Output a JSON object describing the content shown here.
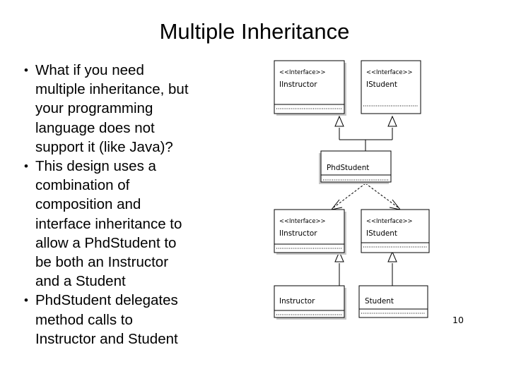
{
  "slide": {
    "title": "Multiple Inheritance",
    "page_number": "10"
  },
  "body": {
    "bullet_marker": "•",
    "bullets": [
      {
        "text": "What if you need\nmultiple inheritance, but\nyour programming\nlanguage does not\nsupport it (like Java)?"
      },
      {
        "text": "This design uses a\ncombination of\ncomposition and\ninterface inheritance to\nallow a PhdStudent to\nbe both an Instructor\nand a Student"
      },
      {
        "text": "PhdStudent delegates\nmethod calls to\nInstructor and Student"
      }
    ]
  },
  "diagram": {
    "type": "uml-class-diagram",
    "stereotype_label": "<<Interface>>",
    "nodes": [
      {
        "id": "top-iinstructor",
        "stereotype": "<<Interface>>",
        "name": "IInstructor",
        "kind": "interface"
      },
      {
        "id": "top-istudent",
        "stereotype": "<<Interface>>",
        "name": "IStudent",
        "kind": "interface"
      },
      {
        "id": "phdstudent",
        "stereotype": "",
        "name": "PhdStudent",
        "kind": "class"
      },
      {
        "id": "mid-iinstructor",
        "stereotype": "<<Interface>>",
        "name": "IInstructor",
        "kind": "interface"
      },
      {
        "id": "mid-istudent",
        "stereotype": "<<Interface>>",
        "name": "IStudent",
        "kind": "interface"
      },
      {
        "id": "instructor",
        "stereotype": "",
        "name": "Instructor",
        "kind": "class"
      },
      {
        "id": "student",
        "stereotype": "",
        "name": "Student",
        "kind": "class"
      }
    ],
    "edges": [
      {
        "from": "phdstudent",
        "to": "top-iinstructor",
        "kind": "realization"
      },
      {
        "from": "phdstudent",
        "to": "top-istudent",
        "kind": "realization"
      },
      {
        "from": "phdstudent",
        "to": "mid-iinstructor",
        "kind": "dependency"
      },
      {
        "from": "phdstudent",
        "to": "mid-istudent",
        "kind": "dependency"
      },
      {
        "from": "instructor",
        "to": "mid-iinstructor",
        "kind": "realization"
      },
      {
        "from": "student",
        "to": "mid-istudent",
        "kind": "realization"
      }
    ]
  },
  "colors": {
    "background": "#ffffff",
    "foreground": "#000000",
    "box_shadow": "#c8c8c8"
  }
}
